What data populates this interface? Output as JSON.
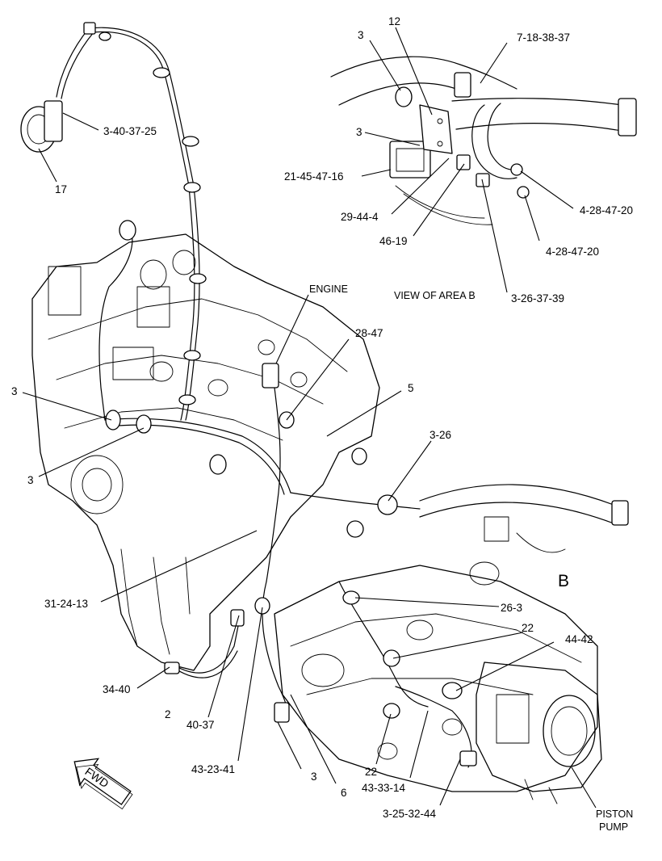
{
  "labels": {
    "engine": "ENGINE",
    "view_area": "VIEW OF AREA B",
    "area_letter": "B",
    "piston_pump_line1": "PISTON",
    "piston_pump_line2": "PUMP",
    "fwd": "FWD"
  },
  "callouts": {
    "c_3_top": "3",
    "c_12": "12",
    "c_7_18_38_37": "7-18-38-37",
    "c_3_mid": "3",
    "c_21_45_47_16": "21-45-47-16",
    "c_29_44_4": "29-44-4",
    "c_46_19": "46-19",
    "c_4_28_47_20_a": "4-28-47-20",
    "c_4_28_47_20_b": "4-28-47-20",
    "c_3_26_37_39": "3-26-37-39",
    "c_3_40_37_25": "3-40-37-25",
    "c_17": "17",
    "c_28_47": "28-47",
    "c_5": "5",
    "c_3_left_a": "3",
    "c_3_left_b": "3",
    "c_3_26": "3-26",
    "c_31_24_13": "31-24-13",
    "c_26_3": "26-3",
    "c_22_a": "22",
    "c_44_42": "44-42",
    "c_34_40": "34-40",
    "c_2": "2",
    "c_40_37": "40-37",
    "c_43_23_41": "43-23-41",
    "c_3_bottom": "3",
    "c_6": "6",
    "c_22_b": "22",
    "c_43_33_14": "43-33-14",
    "c_3_25_32_44": "3-25-32-44"
  },
  "icons": [
    "fwd-arrow-icon"
  ]
}
